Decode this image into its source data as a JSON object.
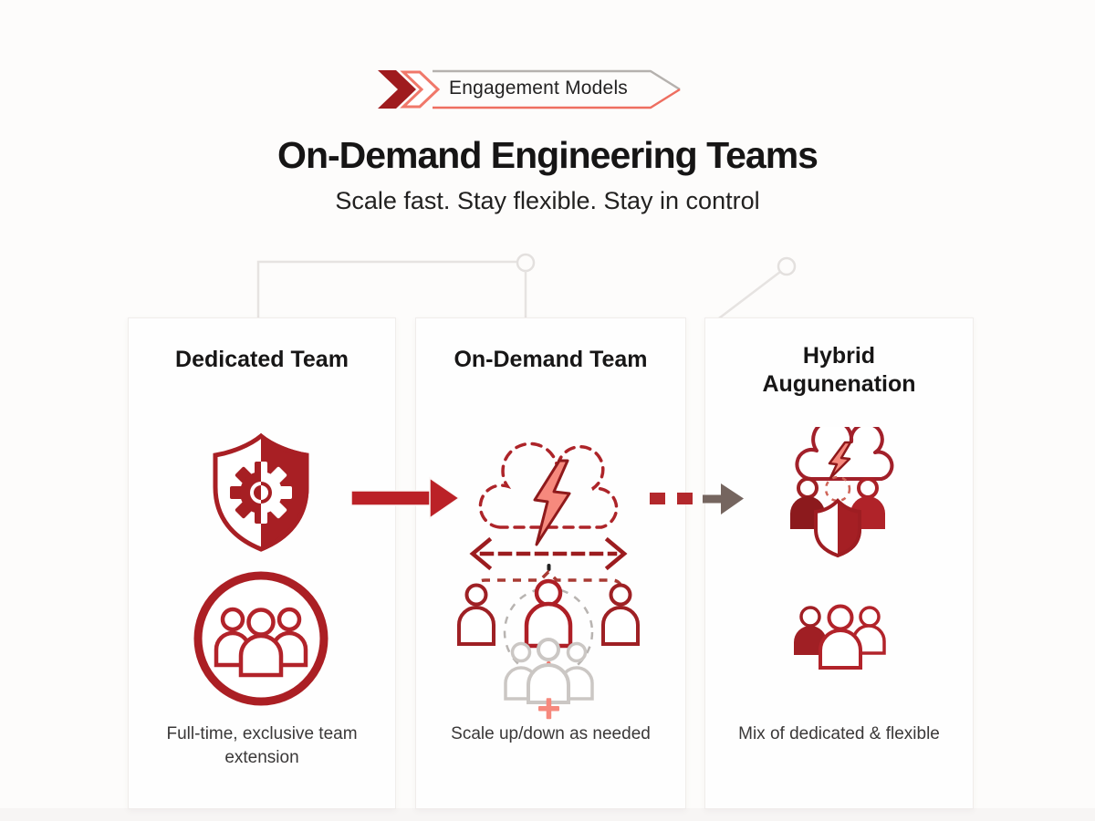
{
  "badge": {
    "label": "Engagement Models"
  },
  "header": {
    "title": "On-Demand Engineering Teams",
    "subtitle": "Scale fast. Stay flexible. Stay in control"
  },
  "cards": [
    {
      "title": "Dedicated Team",
      "caption": "Full-time, exclusive team extension",
      "icons": [
        "shield-gear-icon",
        "team-circle-icon"
      ]
    },
    {
      "title": "On-Demand Team",
      "caption": "Scale up/down as needed",
      "icons": [
        "cloud-lightning-dashed-icon",
        "scale-horizontal-arrow-icon",
        "org-scaling-team-icon",
        "plus-icon"
      ]
    },
    {
      "title": "Hybrid Augunenation",
      "caption": "Mix of dedicated & flexible",
      "icons": [
        "cloud-team-shield-icon",
        "mixed-team-icon"
      ]
    }
  ],
  "flow": {
    "arrow_1": "solid-right-arrow",
    "arrow_2": "dashed-right-arrow"
  },
  "colors": {
    "accent_red": "#b02126",
    "accent_dark_red": "#8e191b",
    "salmon": "#f6897d",
    "salmon_outline": "#ef7365",
    "taupe_arrow": "#75655f",
    "connector_gray": "#e6e3e1",
    "faded_gray": "#cbc7c4",
    "text_dark": "#171616",
    "text_body": "#3a3838"
  }
}
